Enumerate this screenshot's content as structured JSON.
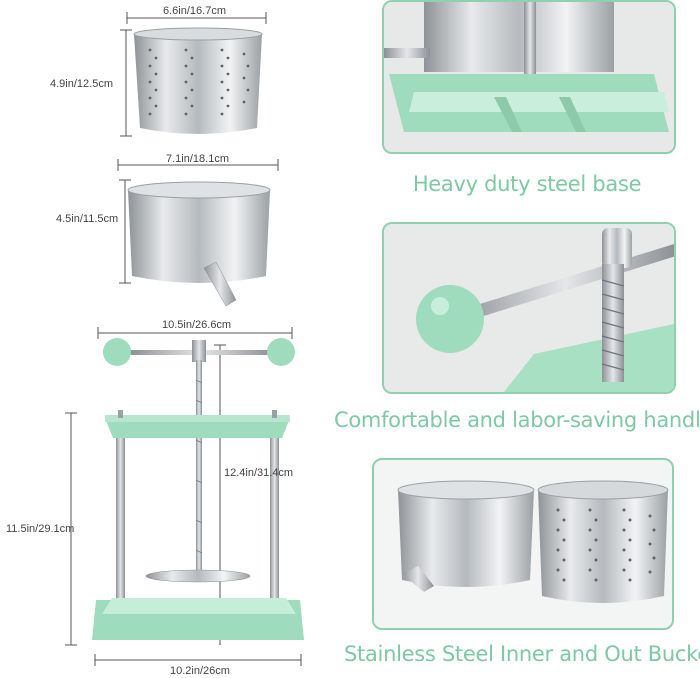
{
  "dimensions": {
    "inner_bucket_width": "6.6in/16.7cm",
    "inner_bucket_height": "4.9in/12.5cm",
    "outer_bucket_width": "7.1in/18.1cm",
    "outer_bucket_height": "4.5in/11.5cm",
    "handle_width": "10.5in/26.6cm",
    "press_height": "11.5in/29.1cm",
    "screw_height": "12.4in/31.4cm",
    "base_width": "10.2in/26cm"
  },
  "captions": {
    "base": "Heavy duty steel base",
    "handle": "Comfortable and labor-saving handle",
    "buckets": "Stainless Steel Inner and Out Bucket"
  },
  "colors": {
    "mint": "#9fdcbd",
    "caption": "#7dc9a4",
    "steel": "#c4c8cc"
  }
}
